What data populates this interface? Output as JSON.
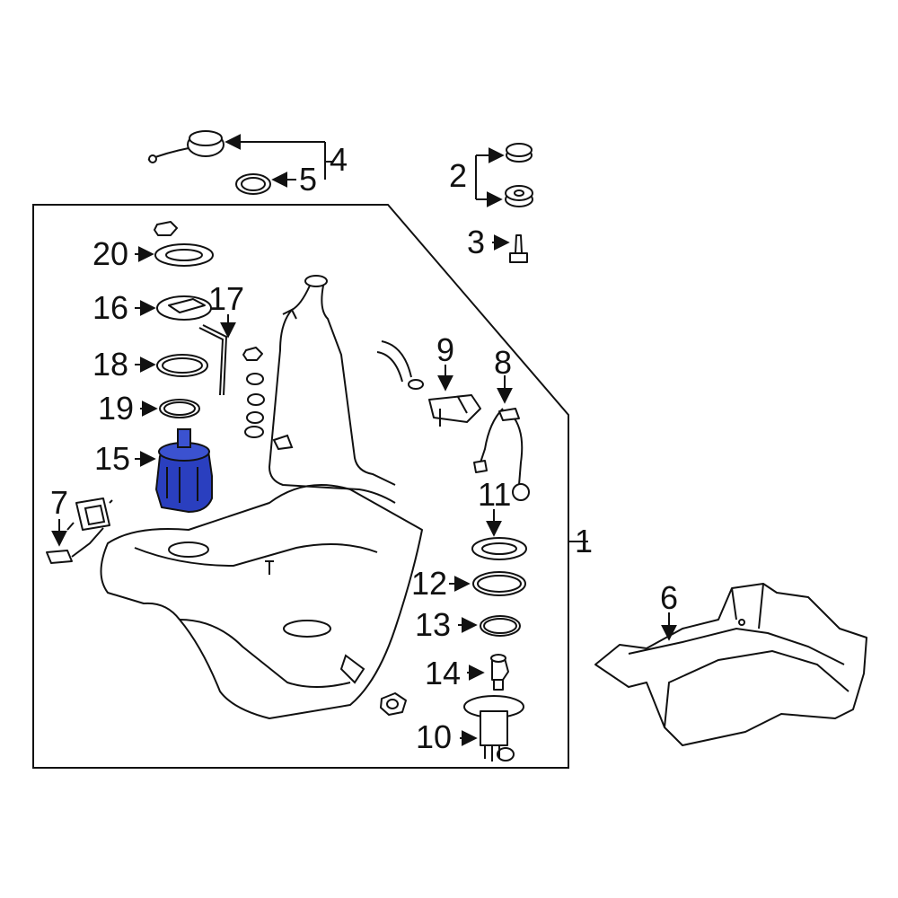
{
  "callouts": {
    "c1": "1",
    "c2": "2",
    "c3": "3",
    "c4": "4",
    "c5": "5",
    "c6": "6",
    "c7": "7",
    "c8": "8",
    "c9": "9",
    "c10": "10",
    "c11": "11",
    "c12": "12",
    "c13": "13",
    "c14": "14",
    "c15": "15",
    "c16": "16",
    "c17": "17",
    "c18": "18",
    "c19": "19",
    "c20": "20"
  },
  "colors": {
    "line": "#111111",
    "highlight": "#2a3fbf",
    "background": "#ffffff"
  },
  "highlighted_part": "15"
}
